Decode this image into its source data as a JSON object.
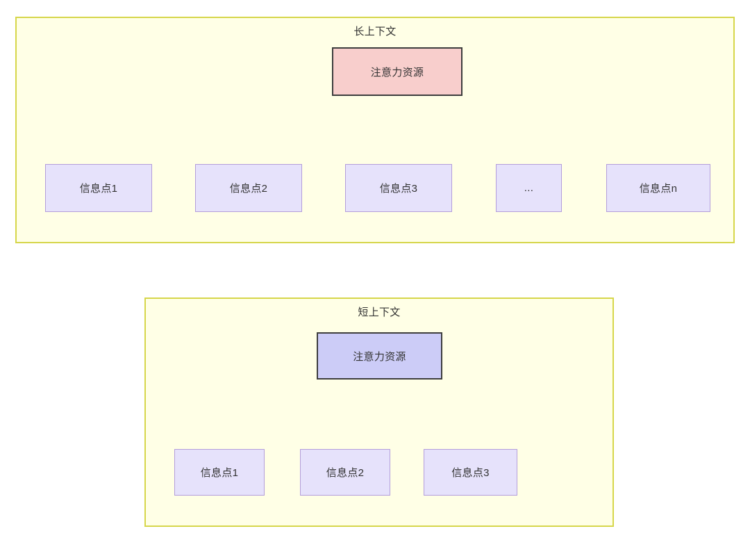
{
  "diagram": {
    "title_visible": false,
    "background": "#ffffff",
    "palette": {
      "container_fill": "#ffffe6",
      "container_border": "#d6d64a",
      "root_red_fill": "#f8cecc",
      "root_red_border": "#3d3d3d",
      "root_purple_fill": "#ccccf7",
      "root_purple_border": "#3d3d3d",
      "info_fill": "#e6e2fb",
      "info_border": "#b39ddb",
      "edge_stroke": "#1f1f1f",
      "text": "#333333"
    }
  },
  "panels": [
    {
      "id": "long-context",
      "title": "长上下文",
      "root": {
        "label": "注意力资源",
        "style": "red"
      },
      "children": [
        {
          "label": "信息点1"
        },
        {
          "label": "信息点2"
        },
        {
          "label": "信息点3"
        },
        {
          "label": "..."
        },
        {
          "label": "信息点n"
        }
      ]
    },
    {
      "id": "short-context",
      "title": "短上下文",
      "root": {
        "label": "注意力资源",
        "style": "purple"
      },
      "children": [
        {
          "label": "信息点1"
        },
        {
          "label": "信息点2"
        },
        {
          "label": "信息点3"
        }
      ]
    }
  ],
  "edges": {
    "long_context_count": 5,
    "short_context_count": 3,
    "arrow_direction": "down"
  }
}
